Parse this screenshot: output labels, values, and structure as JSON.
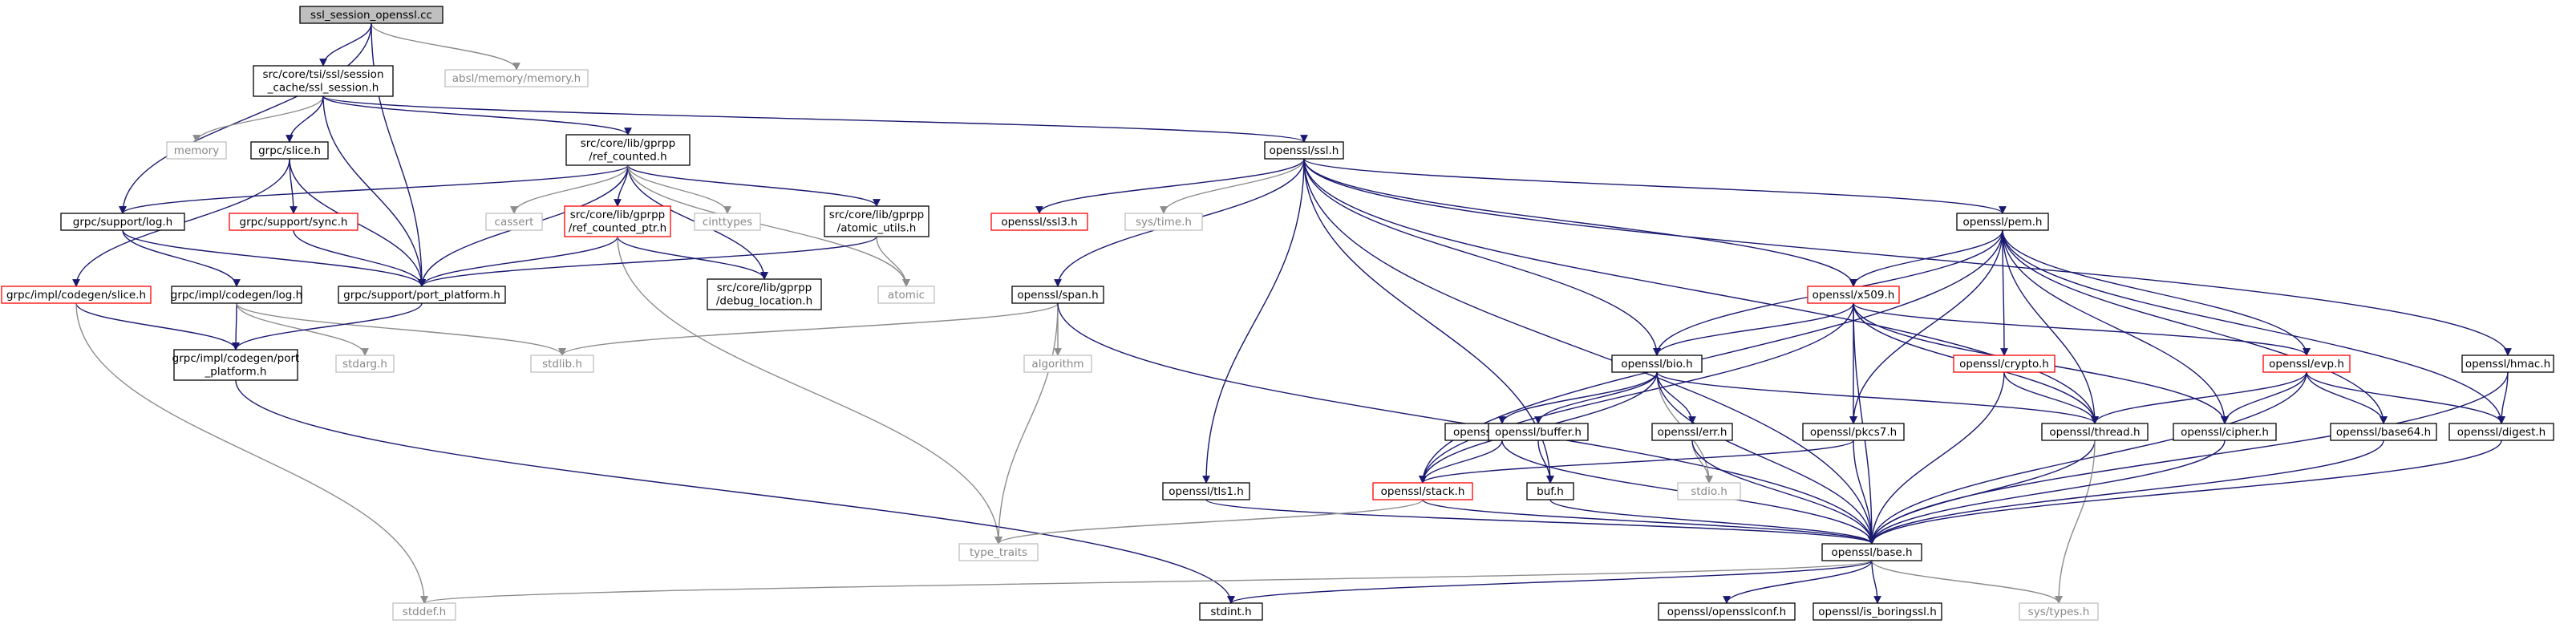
{
  "graph": {
    "colors": {
      "edge": "#191970",
      "edge_to_external": "#8c8c8c",
      "root_fill": "#bfbfbf",
      "node_border": "#000000",
      "incomplete_border": "#ff0000",
      "external_border": "#bfbfbf",
      "external_text": "#888888",
      "node_fill": "#ffffff"
    },
    "nodes": [
      {
        "id": "root",
        "lines": [
          "ssl_session_openssl.cc"
        ],
        "style": "root"
      },
      {
        "id": "ssl_session_h",
        "lines": [
          "src/core/tsi/ssl/session",
          "_cache/ssl_session.h"
        ],
        "style": "normal"
      },
      {
        "id": "absl_memory",
        "lines": [
          "absl/memory/memory.h"
        ],
        "style": "external"
      },
      {
        "id": "memory",
        "lines": [
          "memory"
        ],
        "style": "external"
      },
      {
        "id": "grpc_slice",
        "lines": [
          "grpc/slice.h"
        ],
        "style": "normal"
      },
      {
        "id": "ref_counted",
        "lines": [
          "src/core/lib/gprpp",
          "/ref_counted.h"
        ],
        "style": "normal"
      },
      {
        "id": "openssl_ssl",
        "lines": [
          "openssl/ssl.h"
        ],
        "style": "normal"
      },
      {
        "id": "grpc_log",
        "lines": [
          "grpc/support/log.h"
        ],
        "style": "normal"
      },
      {
        "id": "grpc_sync",
        "lines": [
          "grpc/support/sync.h"
        ],
        "style": "incomplete"
      },
      {
        "id": "cassert",
        "lines": [
          "cassert"
        ],
        "style": "external"
      },
      {
        "id": "ref_counted_ptr",
        "lines": [
          "src/core/lib/gprpp",
          "/ref_counted_ptr.h"
        ],
        "style": "incomplete"
      },
      {
        "id": "cinttypes",
        "lines": [
          "cinttypes"
        ],
        "style": "external"
      },
      {
        "id": "atomic_utils",
        "lines": [
          "src/core/lib/gprpp",
          "/atomic_utils.h"
        ],
        "style": "normal"
      },
      {
        "id": "openssl_ssl3",
        "lines": [
          "openssl/ssl3.h"
        ],
        "style": "incomplete"
      },
      {
        "id": "sys_time",
        "lines": [
          "sys/time.h"
        ],
        "style": "external"
      },
      {
        "id": "openssl_pem",
        "lines": [
          "openssl/pem.h"
        ],
        "style": "normal"
      },
      {
        "id": "impl_slice",
        "lines": [
          "grpc/impl/codegen/slice.h"
        ],
        "style": "incomplete"
      },
      {
        "id": "impl_log",
        "lines": [
          "grpc/impl/codegen/log.h"
        ],
        "style": "normal"
      },
      {
        "id": "port_platform",
        "lines": [
          "grpc/support/port_platform.h"
        ],
        "style": "normal"
      },
      {
        "id": "debug_location",
        "lines": [
          "src/core/lib/gprpp",
          "/debug_location.h"
        ],
        "style": "normal"
      },
      {
        "id": "atomic",
        "lines": [
          "atomic"
        ],
        "style": "external"
      },
      {
        "id": "openssl_span",
        "lines": [
          "openssl/span.h"
        ],
        "style": "normal"
      },
      {
        "id": "openssl_x509",
        "lines": [
          "openssl/x509.h"
        ],
        "style": "incomplete"
      },
      {
        "id": "impl_port_platform",
        "lines": [
          "grpc/impl/codegen/port",
          "_platform.h"
        ],
        "style": "normal"
      },
      {
        "id": "stdarg",
        "lines": [
          "stdarg.h"
        ],
        "style": "external"
      },
      {
        "id": "stdlib",
        "lines": [
          "stdlib.h"
        ],
        "style": "external"
      },
      {
        "id": "algorithm",
        "lines": [
          "algorithm"
        ],
        "style": "external"
      },
      {
        "id": "openssl_bio",
        "lines": [
          "openssl/bio.h"
        ],
        "style": "normal"
      },
      {
        "id": "openssl_crypto",
        "lines": [
          "openssl/crypto.h"
        ],
        "style": "incomplete"
      },
      {
        "id": "openssl_evp",
        "lines": [
          "openssl/evp.h"
        ],
        "style": "incomplete"
      },
      {
        "id": "openssl_hmac",
        "lines": [
          "openssl/hmac.h"
        ],
        "style": "normal"
      },
      {
        "id": "ex_data",
        "lines": [
          "openssl/ex_data.h"
        ],
        "style": "normal"
      },
      {
        "id": "buffer",
        "lines": [
          "openssl/buffer.h"
        ],
        "style": "normal"
      },
      {
        "id": "err",
        "lines": [
          "openssl/err.h"
        ],
        "style": "normal"
      },
      {
        "id": "pkcs7",
        "lines": [
          "openssl/pkcs7.h"
        ],
        "style": "normal"
      },
      {
        "id": "thread",
        "lines": [
          "openssl/thread.h"
        ],
        "style": "normal"
      },
      {
        "id": "cipher",
        "lines": [
          "openssl/cipher.h"
        ],
        "style": "normal"
      },
      {
        "id": "base64",
        "lines": [
          "openssl/base64.h"
        ],
        "style": "normal"
      },
      {
        "id": "digest",
        "lines": [
          "openssl/digest.h"
        ],
        "style": "normal"
      },
      {
        "id": "tls1",
        "lines": [
          "openssl/tls1.h"
        ],
        "style": "normal"
      },
      {
        "id": "stack",
        "lines": [
          "openssl/stack.h"
        ],
        "style": "incomplete"
      },
      {
        "id": "buf",
        "lines": [
          "buf.h"
        ],
        "style": "normal"
      },
      {
        "id": "stdio",
        "lines": [
          "stdio.h"
        ],
        "style": "external"
      },
      {
        "id": "type_traits",
        "lines": [
          "type_traits"
        ],
        "style": "external"
      },
      {
        "id": "base",
        "lines": [
          "openssl/base.h"
        ],
        "style": "normal"
      },
      {
        "id": "stddef",
        "lines": [
          "stddef.h"
        ],
        "style": "external"
      },
      {
        "id": "stdint",
        "lines": [
          "stdint.h"
        ],
        "style": "normal"
      },
      {
        "id": "opensslconf",
        "lines": [
          "openssl/opensslconf.h"
        ],
        "style": "normal"
      },
      {
        "id": "is_boringssl",
        "lines": [
          "openssl/is_boringssl.h"
        ],
        "style": "normal"
      },
      {
        "id": "sys_types",
        "lines": [
          "sys/types.h"
        ],
        "style": "external"
      }
    ],
    "edges": [
      [
        "root",
        "ssl_session_h"
      ],
      [
        "root",
        "absl_memory"
      ],
      [
        "root",
        "grpc_log"
      ],
      [
        "root",
        "port_platform"
      ],
      [
        "ssl_session_h",
        "memory"
      ],
      [
        "ssl_session_h",
        "grpc_slice"
      ],
      [
        "ssl_session_h",
        "ref_counted"
      ],
      [
        "ssl_session_h",
        "openssl_ssl"
      ],
      [
        "ssl_session_h",
        "port_platform"
      ],
      [
        "grpc_slice",
        "grpc_sync"
      ],
      [
        "grpc_slice",
        "impl_slice"
      ],
      [
        "grpc_slice",
        "port_platform"
      ],
      [
        "ref_counted",
        "grpc_log"
      ],
      [
        "ref_counted",
        "cassert"
      ],
      [
        "ref_counted",
        "ref_counted_ptr"
      ],
      [
        "ref_counted",
        "cinttypes"
      ],
      [
        "ref_counted",
        "atomic_utils"
      ],
      [
        "ref_counted",
        "port_platform"
      ],
      [
        "ref_counted",
        "debug_location"
      ],
      [
        "ref_counted",
        "atomic"
      ],
      [
        "grpc_log",
        "impl_log"
      ],
      [
        "grpc_log",
        "port_platform"
      ],
      [
        "grpc_sync",
        "port_platform"
      ],
      [
        "ref_counted_ptr",
        "port_platform"
      ],
      [
        "ref_counted_ptr",
        "debug_location"
      ],
      [
        "ref_counted_ptr",
        "type_traits"
      ],
      [
        "atomic_utils",
        "port_platform"
      ],
      [
        "atomic_utils",
        "atomic"
      ],
      [
        "impl_slice",
        "impl_port_platform"
      ],
      [
        "impl_slice",
        "stddef"
      ],
      [
        "impl_log",
        "impl_port_platform"
      ],
      [
        "impl_log",
        "stdarg"
      ],
      [
        "impl_log",
        "stdlib"
      ],
      [
        "port_platform",
        "impl_port_platform"
      ],
      [
        "impl_port_platform",
        "stdint"
      ],
      [
        "openssl_ssl",
        "openssl_ssl3"
      ],
      [
        "openssl_ssl",
        "sys_time"
      ],
      [
        "openssl_ssl",
        "openssl_span"
      ],
      [
        "openssl_ssl",
        "openssl_pem"
      ],
      [
        "openssl_ssl",
        "openssl_x509"
      ],
      [
        "openssl_ssl",
        "openssl_bio"
      ],
      [
        "openssl_ssl",
        "openssl_hmac"
      ],
      [
        "openssl_ssl",
        "tls1"
      ],
      [
        "openssl_ssl",
        "buf"
      ],
      [
        "openssl_ssl",
        "base"
      ],
      [
        "openssl_ssl",
        "thread"
      ],
      [
        "openssl_span",
        "stdlib"
      ],
      [
        "openssl_span",
        "algorithm"
      ],
      [
        "openssl_span",
        "type_traits"
      ],
      [
        "openssl_span",
        "base"
      ],
      [
        "openssl_pem",
        "openssl_x509"
      ],
      [
        "openssl_pem",
        "openssl_bio"
      ],
      [
        "openssl_pem",
        "openssl_crypto"
      ],
      [
        "openssl_pem",
        "openssl_evp"
      ],
      [
        "openssl_pem",
        "pkcs7"
      ],
      [
        "openssl_pem",
        "thread"
      ],
      [
        "openssl_pem",
        "cipher"
      ],
      [
        "openssl_pem",
        "base64"
      ],
      [
        "openssl_pem",
        "digest"
      ],
      [
        "openssl_pem",
        "stack"
      ],
      [
        "openssl_x509",
        "openssl_bio"
      ],
      [
        "openssl_x509",
        "openssl_evp"
      ],
      [
        "openssl_x509",
        "pkcs7"
      ],
      [
        "openssl_x509",
        "thread"
      ],
      [
        "openssl_x509",
        "cipher"
      ],
      [
        "openssl_x509",
        "stack"
      ],
      [
        "openssl_x509",
        "base"
      ],
      [
        "openssl_bio",
        "ex_data"
      ],
      [
        "openssl_bio",
        "buffer"
      ],
      [
        "openssl_bio",
        "err"
      ],
      [
        "openssl_bio",
        "stdio"
      ],
      [
        "openssl_bio",
        "thread"
      ],
      [
        "openssl_bio",
        "stack"
      ],
      [
        "openssl_bio",
        "base"
      ],
      [
        "openssl_crypto",
        "thread"
      ],
      [
        "openssl_crypto",
        "base"
      ],
      [
        "openssl_evp",
        "thread"
      ],
      [
        "openssl_evp",
        "cipher"
      ],
      [
        "openssl_evp",
        "base64"
      ],
      [
        "openssl_evp",
        "digest"
      ],
      [
        "openssl_evp",
        "base"
      ],
      [
        "openssl_hmac",
        "digest"
      ],
      [
        "openssl_hmac",
        "base"
      ],
      [
        "ex_data",
        "stack"
      ],
      [
        "ex_data",
        "base"
      ],
      [
        "buffer",
        "buf"
      ],
      [
        "err",
        "stdio"
      ],
      [
        "err",
        "base"
      ],
      [
        "pkcs7",
        "stack"
      ],
      [
        "pkcs7",
        "base"
      ],
      [
        "thread",
        "base"
      ],
      [
        "thread",
        "sys_types"
      ],
      [
        "cipher",
        "base"
      ],
      [
        "base64",
        "base"
      ],
      [
        "digest",
        "base"
      ],
      [
        "tls1",
        "base"
      ],
      [
        "stack",
        "type_traits"
      ],
      [
        "stack",
        "base"
      ],
      [
        "buf",
        "base"
      ],
      [
        "base",
        "stddef"
      ],
      [
        "base",
        "stdint"
      ],
      [
        "base",
        "opensslconf"
      ],
      [
        "base",
        "is_boringssl"
      ],
      [
        "base",
        "sys_types"
      ]
    ]
  }
}
